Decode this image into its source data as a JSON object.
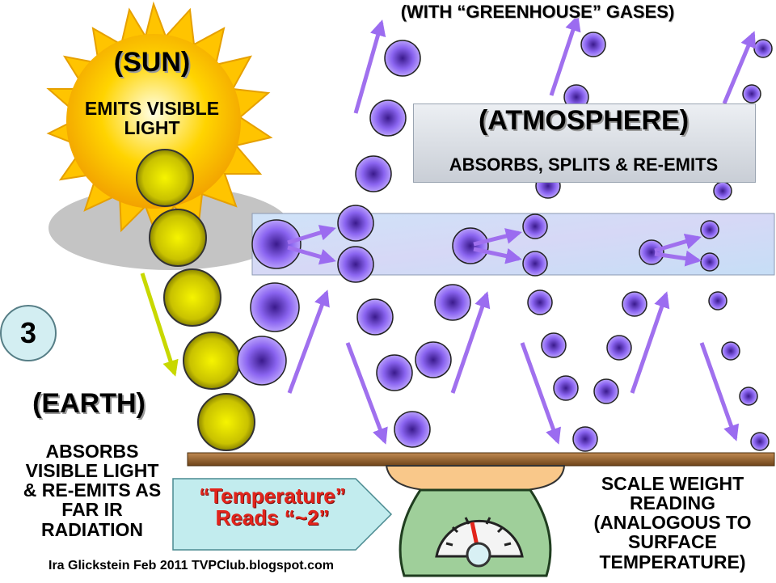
{
  "sun": {
    "title": "(SUN)",
    "description": "EMITS VISIBLE LIGHT"
  },
  "top_label": "(WITH “GREENHOUSE” GASES)",
  "atmosphere": {
    "title": "(ATMOSPHERE)",
    "description": "ABSORBS, SPLITS & RE-EMITS"
  },
  "earth": {
    "title": "(EARTH)",
    "description": "ABSORBS VISIBLE LIGHT & RE-EMITS AS FAR IR RADIATION"
  },
  "step_number": "3",
  "temperature_callout": "“Temperature” Reads “~2”",
  "scale_label": "SCALE WEIGHT READING (ANALOGOUS TO SURFACE TEMPERATURE)",
  "credit": "Ira Glickstein Feb 2011 TVPClub.blogspot.com",
  "colors": {
    "photon_visible": "#e8e800",
    "photon_ir": "#7b4fe0",
    "arrow_ir": "#a070ee",
    "arrow_visible": "#c8d800",
    "sun": "#ffd400",
    "temperature_text": "#e2241b"
  }
}
